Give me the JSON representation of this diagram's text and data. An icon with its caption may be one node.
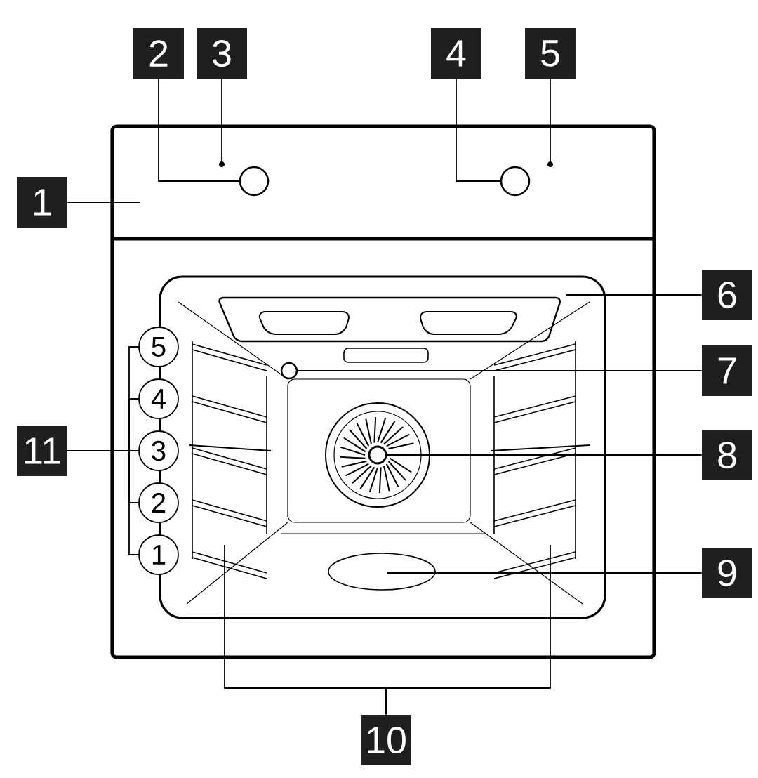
{
  "diagram": {
    "nodes": [
      {
        "text": [
          "2"
        ]
      },
      {
        "text": [
          "3"
        ]
      },
      {
        "text": [
          "4"
        ]
      },
      {
        "text": [
          "5"
        ]
      },
      {
        "text": [],
        "shape": "circle"
      },
      {
        "text": [],
        "shape": "circle"
      },
      {
        "text": [],
        "shape": "circle"
      },
      {
        "text": [],
        "shape": "circle"
      },
      {
        "text": [
          "1"
        ]
      },
      {
        "text": [
          "6"
        ]
      },
      {
        "text": [
          "5"
        ]
      },
      {
        "text": [
          "4"
        ]
      },
      {
        "text": [
          "3"
        ]
      },
      {
        "text": [
          "2"
        ]
      },
      {
        "text": [
          "1"
        ]
      },
      {
        "text": [],
        "shape": "circle"
      },
      {
        "text": [
          "7"
        ]
      },
      {
        "text": [
          "11"
        ]
      },
      {
        "text": [],
        "shape": "circle"
      },
      {
        "text": [
          "8"
        ]
      },
      {
        "text": [
          "9"
        ]
      },
      {
        "text": [
          "10"
        ]
      }
    ],
    "edges": [
      {
        "from": 0,
        "to": 6,
        "arrow": "none"
      },
      {
        "from": 1,
        "to": 4,
        "arrow": "none"
      },
      {
        "from": 2,
        "to": 7,
        "arrow": "none"
      },
      {
        "from": 3,
        "to": 5,
        "arrow": "none"
      },
      {
        "from": 8,
        "to": null,
        "arrow": "none"
      },
      {
        "from": 9,
        "to": null,
        "arrow": "none"
      },
      {
        "from": 16,
        "to": 15,
        "arrow": "none"
      },
      {
        "from": 19,
        "to": 18,
        "arrow": "none"
      },
      {
        "from": 20,
        "to": null,
        "arrow": "none"
      },
      {
        "from": 21,
        "to": null,
        "arrow": "none"
      },
      {
        "from": 21,
        "to": null,
        "arrow": "none"
      },
      {
        "from": 17,
        "to": 10,
        "arrow": "none"
      },
      {
        "from": 17,
        "to": 11,
        "arrow": "none"
      },
      {
        "from": 17,
        "to": 12,
        "arrow": "none"
      },
      {
        "from": 17,
        "to": 13,
        "arrow": "none"
      },
      {
        "from": 17,
        "to": 14,
        "arrow": "none"
      }
    ]
  }
}
